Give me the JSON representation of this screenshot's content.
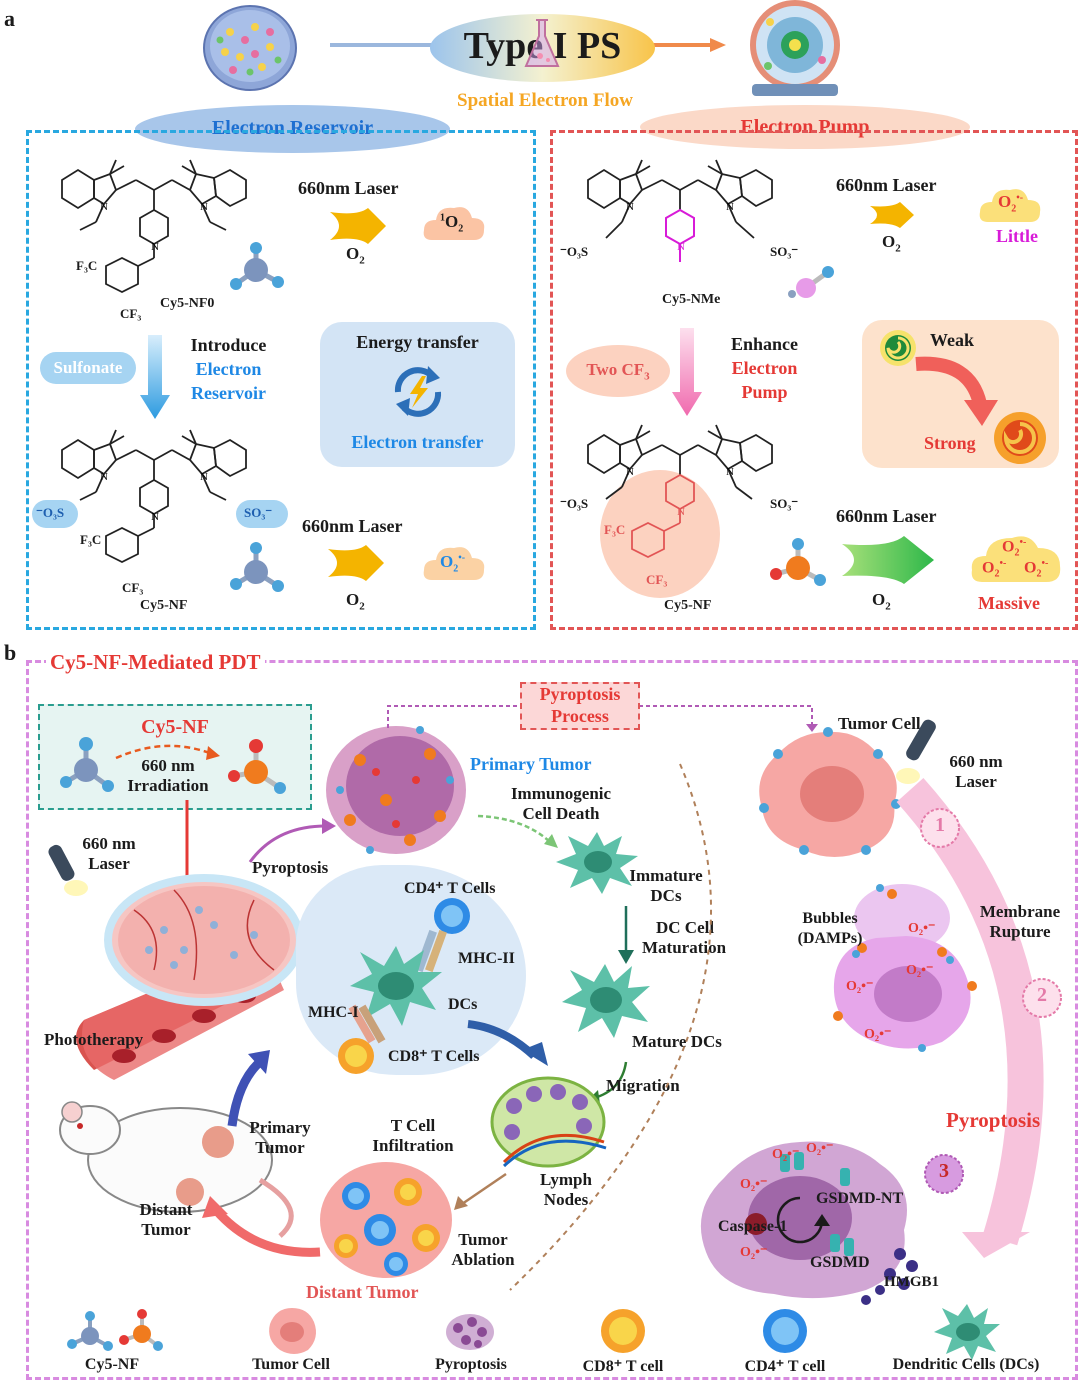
{
  "panel_a": {
    "letter": "a",
    "title": "Type I PS",
    "subtitle": "Spatial Electron Flow",
    "left_header": "Electron Reservoir",
    "right_header": "Electron Pump",
    "left": {
      "mol_top": "Cy5-NF0",
      "mol_bottom": "Cy5-NF",
      "laser_top": "660nm Laser",
      "laser_bottom": "660nm Laser",
      "o2": "O",
      "o2_sub": "2",
      "singlet": "O",
      "singlet_sup": "1",
      "singlet_sub": "2",
      "superoxide": "O",
      "superoxide_sub": "2",
      "superoxide_sup": "•-",
      "sulfonate": "Sulfonate",
      "introduce": "Introduce",
      "electron": "Electron",
      "reservoir": "Reservoir",
      "energy_transfer": "Energy transfer",
      "electron_transfer": "Electron transfer",
      "f3c": "F₃C",
      "cf3": "CF₃",
      "so3_left": "⁻O₃S",
      "so3_right": "SO₃⁻"
    },
    "right": {
      "mol_top": "Cy5-NMe",
      "mol_bottom": "Cy5-NF",
      "laser_top": "660nm Laser",
      "laser_bottom": "660nm Laser",
      "o2": "O",
      "o2_sub": "2",
      "little": "Little",
      "massive": "Massive",
      "two_cf3": "Two CF",
      "two_cf3_sub": "3",
      "enhance": "Enhance",
      "electron": "Electron",
      "pump": "Pump",
      "weak": "Weak",
      "strong": "Strong",
      "so3_left": "⁻O₃S",
      "so3_right": "SO₃⁻",
      "f3c": "F₃C",
      "cf3": "CF₃"
    }
  },
  "panel_b": {
    "letter": "b",
    "title": "Cy5-NF-Mediated PDT",
    "inset_title": "Cy5-NF",
    "irradiation": [
      "660 nm",
      "Irradiation"
    ],
    "laser_left": [
      "660 nm",
      "Laser"
    ],
    "phototherapy": "Phototherapy",
    "pyroptosis_arrow": "Pyroptosis",
    "pyroptosis_process": [
      "Pyroptosis",
      "Process"
    ],
    "primary_tumor": "Primary Tumor",
    "icd": [
      "Immunogenic",
      "Cell Death"
    ],
    "immature_dcs": [
      "Immature",
      "DCs"
    ],
    "dc_maturation": [
      "DC Cell",
      "Maturation"
    ],
    "mature_dcs": "Mature DCs",
    "migration": "Migration",
    "cd4": "CD4⁺ T Cells",
    "cd8": "CD8⁺ T Cells",
    "mhc2": "MHC-II",
    "mhc1": "MHC-I",
    "dcs": "DCs",
    "primary_tumor_mouse": [
      "Primary",
      "Tumor"
    ],
    "distant_tumor_mouse": [
      "Distant",
      "Tumor"
    ],
    "t_cell_infiltration": [
      "T Cell",
      "Infiltration"
    ],
    "lymph_nodes": [
      "Lymph",
      "Nodes"
    ],
    "tumor_ablation": [
      "Tumor",
      "Ablation"
    ],
    "distant_tumor": "Distant Tumor",
    "tumor_cell": "Tumor Cell",
    "laser_right": [
      "660 nm",
      "Laser"
    ],
    "bubbles": [
      "Bubbles",
      "(DAMPs)"
    ],
    "membrane_rupture": [
      "Membrane",
      "Rupture"
    ],
    "pyroptosis_big": "Pyroptosis",
    "gsdmd_nt": "GSDMD-NT",
    "caspase": "Caspase-1",
    "gsdmd": "GSDMD",
    "hmgb1": "HMGB1",
    "steps": [
      "1",
      "2",
      "3"
    ],
    "o2_radical": "O₂•⁻"
  },
  "legend": [
    "Cy5-NF",
    "Tumor Cell",
    "Pyroptosis",
    "CD8⁺ T cell",
    "CD4⁺ T cell",
    "Dendritic Cells (DCs)"
  ],
  "colors": {
    "blue_dash": "#29a8e0",
    "red_dash": "#e25555",
    "pink_dash": "#d88be0",
    "red_text": "#e53935",
    "blue_text": "#1e88e5",
    "orange_text": "#f5a623",
    "magenta_text": "#d81bd8"
  }
}
